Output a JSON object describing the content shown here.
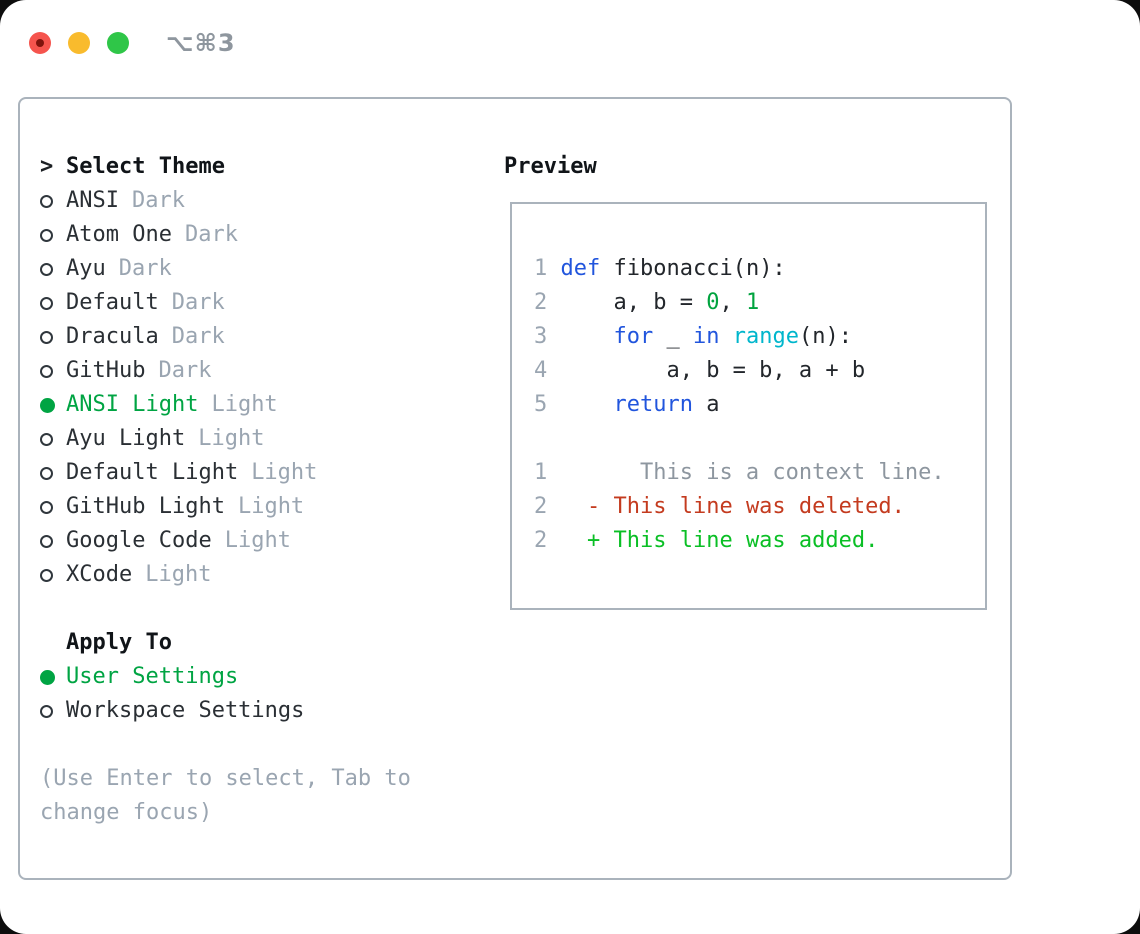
{
  "window": {
    "title": "⌥⌘3",
    "traffic_lights": {
      "close": "#f5544d",
      "minimize": "#f9bb2d",
      "zoom": "#2fc648"
    }
  },
  "theme_panel": {
    "prompt": ">",
    "title": "Select Theme",
    "themes": [
      {
        "name": "ANSI",
        "variant": "Dark",
        "selected": false
      },
      {
        "name": "Atom One",
        "variant": "Dark",
        "selected": false
      },
      {
        "name": "Ayu",
        "variant": "Dark",
        "selected": false
      },
      {
        "name": "Default",
        "variant": "Dark",
        "selected": false
      },
      {
        "name": "Dracula",
        "variant": "Dark",
        "selected": false
      },
      {
        "name": "GitHub",
        "variant": "Dark",
        "selected": false
      },
      {
        "name": "ANSI Light",
        "variant": "Light",
        "selected": true
      },
      {
        "name": "Ayu Light",
        "variant": "Light",
        "selected": false
      },
      {
        "name": "Default Light",
        "variant": "Light",
        "selected": false
      },
      {
        "name": "GitHub Light",
        "variant": "Light",
        "selected": false
      },
      {
        "name": "Google Code",
        "variant": "Light",
        "selected": false
      },
      {
        "name": "XCode",
        "variant": "Light",
        "selected": false
      }
    ],
    "apply_to": {
      "title": "Apply To",
      "options": [
        {
          "name": "User Settings",
          "selected": true
        },
        {
          "name": "Workspace Settings",
          "selected": false
        }
      ]
    },
    "hint": "(Use Enter to select, Tab to change focus)"
  },
  "preview": {
    "title": "Preview",
    "code_lines": [
      {
        "num": "1",
        "tokens": [
          {
            "t": "def",
            "c": "kw"
          },
          {
            "t": " fibonacci(n):",
            "c": "pl"
          }
        ]
      },
      {
        "num": "2",
        "tokens": [
          {
            "t": "    a, b = ",
            "c": "pl"
          },
          {
            "t": "0",
            "c": "num"
          },
          {
            "t": ", ",
            "c": "pl"
          },
          {
            "t": "1",
            "c": "num"
          }
        ]
      },
      {
        "num": "3",
        "tokens": [
          {
            "t": "    ",
            "c": "pl"
          },
          {
            "t": "for",
            "c": "kw"
          },
          {
            "t": " _ ",
            "c": "pl"
          },
          {
            "t": "in",
            "c": "kw"
          },
          {
            "t": " ",
            "c": "pl"
          },
          {
            "t": "range",
            "c": "fn"
          },
          {
            "t": "(n):",
            "c": "pl"
          }
        ]
      },
      {
        "num": "4",
        "tokens": [
          {
            "t": "        a, b = b, a + b",
            "c": "pl"
          }
        ]
      },
      {
        "num": "5",
        "tokens": [
          {
            "t": "    ",
            "c": "pl"
          },
          {
            "t": "return",
            "c": "kw"
          },
          {
            "t": " a",
            "c": "pl"
          }
        ]
      }
    ],
    "diff_lines": [
      {
        "num": "1",
        "tokens": [
          {
            "t": "      This is a context line.",
            "c": "ctx"
          }
        ]
      },
      {
        "num": "2",
        "tokens": [
          {
            "t": "  ",
            "c": "pl"
          },
          {
            "t": "- This line was deleted.",
            "c": "del"
          }
        ]
      },
      {
        "num": "2",
        "tokens": [
          {
            "t": "  ",
            "c": "pl"
          },
          {
            "t": "+ This line was added.",
            "c": "add"
          }
        ]
      }
    ]
  },
  "colors": {
    "accent_green": "#00a443",
    "diff_add_green": "#0abf25",
    "diff_del_red": "#c43b1f",
    "keyword_blue": "#2155dd",
    "builtin_cyan": "#00b6cc",
    "muted_gray": "#9aa5b1",
    "border_gray": "#aab3bc",
    "text_dark": "#22262b"
  }
}
